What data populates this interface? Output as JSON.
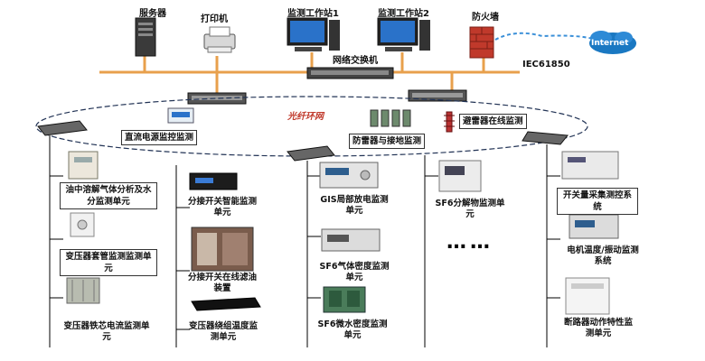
{
  "top": {
    "server": "服务器",
    "printer": "打印机",
    "ws1": "监测工作站1",
    "ws2": "监测工作站2",
    "firewall": "防火墙",
    "internet": "Internet",
    "switch": "网络交换机",
    "bus": "IEC61850",
    "ring": "光纤环网"
  },
  "mid": {
    "dc_bus": "直流电源监控监测",
    "arrester": "避雷器在线监测",
    "surge": "防雷器与接地监测"
  },
  "col1": [
    "油中溶解气体分析及水分监测单元",
    "变压器套管监测监测单元",
    "变压器铁芯电流监测单元"
  ],
  "col2": [
    "分接开关智能监测单元",
    "分接开关在线滤油装置",
    "变压器绕组温度监测单元"
  ],
  "col3": [
    "GIS局部放电监测单元",
    "SF6气体密度监测单元",
    "SF6微水密度监测单元"
  ],
  "col4": [
    "SF6分解物监测单元"
  ],
  "col5": [
    "开关量采集测控系统",
    "电机温度/振动监测系统",
    "断路器动作特性监测单元"
  ],
  "ellipsis": "……"
}
